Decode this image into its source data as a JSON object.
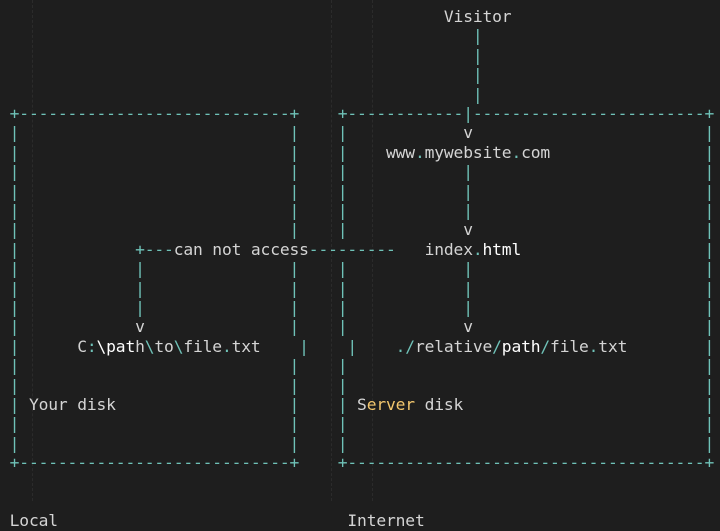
{
  "colors": {
    "background": "#1e1e1e",
    "border": "#6fc2b8",
    "text": "#d4d4d4",
    "bright": "#ffffff",
    "punct": "#6fc2b8",
    "keyword": "#f2c66d",
    "guide": "#2b2b2b"
  },
  "diagram": {
    "lines": [
      "                                              Visitor",
      "                                                 |",
      "                                                 |",
      "                                                 |",
      "                                                 |",
      " +----------------------------+    +------------|------------------------+",
      " |                            |    |            v                        |",
      " |                            |    |    www.mywebsite.com                |",
      " |                            |    |            |                        |",
      " |                            |    |            |                        |",
      " |                            |    |            |                        |",
      " |                            |    |            v                        |",
      " |            +---can not access---------   index.html                   |",
      " |            |               |    |            |                        |",
      " |            |               |    |            |                        |",
      " |            |               |    |            |                        |",
      " |            v               |    |            v                        |",
      " |      C:\\path\\to\\file.txt    |    |    ./relative/path/file.txt        |",
      " |                            |    |                                     |",
      " |                            |    |                                     |",
      " | Your disk                  |    | Server disk                         |",
      " |                            |    |                                     |",
      " |                            |    |                                     |",
      " +----------------------------+    +-------------------------------------+",
      "",
      "",
      " Local                              Internet"
    ],
    "highlights": [
      {
        "row": 7,
        "col": 9,
        "text": "mywebsite",
        "style": "bright"
      },
      {
        "row": 12,
        "col": 50,
        "text": "html",
        "style": "bright"
      },
      {
        "row": 17,
        "col": 10,
        "text": "path",
        "style": "bright"
      },
      {
        "row": 17,
        "col": 52,
        "text": "path",
        "style": "bright"
      },
      {
        "row": 20,
        "col": 38,
        "text": "Server",
        "style": "keyword"
      }
    ]
  }
}
